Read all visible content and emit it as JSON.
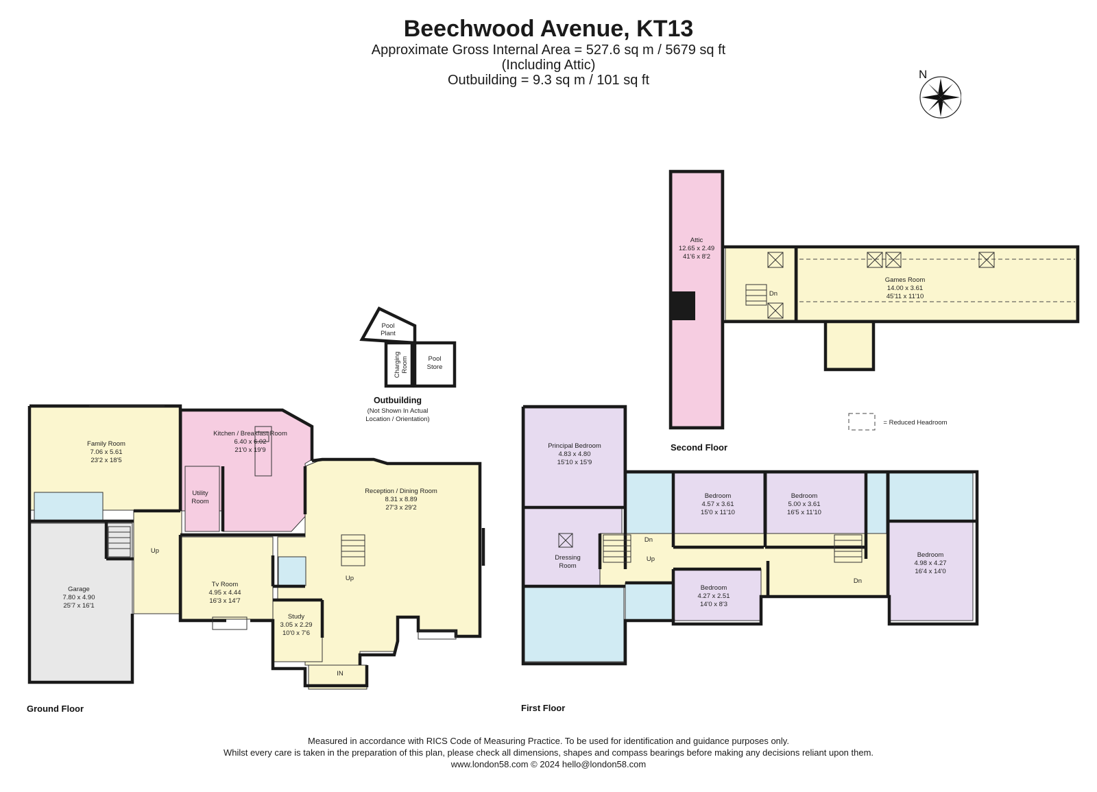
{
  "header": {
    "title": "Beechwood Avenue, KT13",
    "line1": "Approximate Gross Internal Area = 527.6 sq m / 5679 sq ft",
    "line2": "(Including Attic)",
    "line3": "Outbuilding = 9.3 sq m / 101 sq ft"
  },
  "compass": {
    "north_label": "N"
  },
  "colors": {
    "yellow": "#fbf6cf",
    "pink": "#f6cde1",
    "purple": "#e7dbf0",
    "blue": "#d1ebf3",
    "grey": "#e8e8e8",
    "wall": "#1a1a1a"
  },
  "ground_floor": {
    "label": "Ground Floor",
    "rooms": {
      "family": {
        "name": "Family Room",
        "metric": "7.06 x 5.61",
        "imperial": "23'2 x 18'5"
      },
      "kitchen": {
        "name": "Kitchen / Breakfast Room",
        "metric": "6.40 x 6.02",
        "imperial": "21'0 x 19'9"
      },
      "utility": {
        "name": "Utility",
        "name2": "Room"
      },
      "reception": {
        "name": "Reception / Dining Room",
        "metric": "8.31 x 8.89",
        "imperial": "27'3 x 29'2"
      },
      "garage": {
        "name": "Garage",
        "metric": "7.80 x 4.90",
        "imperial": "25'7 x 16'1"
      },
      "tv": {
        "name": "Tv Room",
        "metric": "4.95 x 4.44",
        "imperial": "16'3 x 14'7"
      },
      "study": {
        "name": "Study",
        "metric": "3.05 x 2.29",
        "imperial": "10'0 x 7'6"
      }
    },
    "up1": "Up",
    "up2": "Up",
    "entrance": "IN"
  },
  "outbuilding": {
    "label": "Outbuilding",
    "note1": "(Not Shown In Actual",
    "note2": "Location / Orientation)",
    "pool_plant1": "Pool",
    "pool_plant2": "Plant",
    "charging1": "Charging",
    "charging2": "Room",
    "pool_store1": "Pool",
    "pool_store2": "Store"
  },
  "first_floor": {
    "label": "First Floor",
    "rooms": {
      "principal": {
        "name": "Principal Bedroom",
        "metric": "4.83 x 4.80",
        "imperial": "15'10 x 15'9"
      },
      "dressing": {
        "name": "Dressing",
        "name2": "Room"
      },
      "bed2": {
        "name": "Bedroom",
        "metric": "4.57 x 3.61",
        "imperial": "15'0 x 11'10"
      },
      "bed3": {
        "name": "Bedroom",
        "metric": "5.00 x 3.61",
        "imperial": "16'5 x 11'10"
      },
      "bed4": {
        "name": "Bedroom",
        "metric": "4.27 x 2.51",
        "imperial": "14'0 x 8'3"
      },
      "bed5": {
        "name": "Bedroom",
        "metric": "4.98 x 4.27",
        "imperial": "16'4 x 14'0"
      }
    },
    "dn1": "Dn",
    "up1": "Up",
    "dn2": "Dn"
  },
  "second_floor": {
    "label": "Second Floor",
    "rooms": {
      "attic": {
        "name": "Attic",
        "metric": "12.65 x 2.49",
        "imperial": "41'6 x 8'2"
      },
      "games": {
        "name": "Games Room",
        "metric": "14.00 x 3.61",
        "imperial": "45'11 x 11'10"
      }
    },
    "dn": "Dn"
  },
  "legend": {
    "reduced_headroom": "= Reduced Headroom"
  },
  "footer": {
    "line1": "Measured in accordance with RICS Code of Measuring Practice. To be used for identification and guidance purposes only.",
    "line2": "Whilst every care is taken in the preparation of this plan, please check all dimensions, shapes and compass bearings before making any decisions reliant upon them.",
    "line3": "www.london58.com © 2024 hello@london58.com"
  }
}
